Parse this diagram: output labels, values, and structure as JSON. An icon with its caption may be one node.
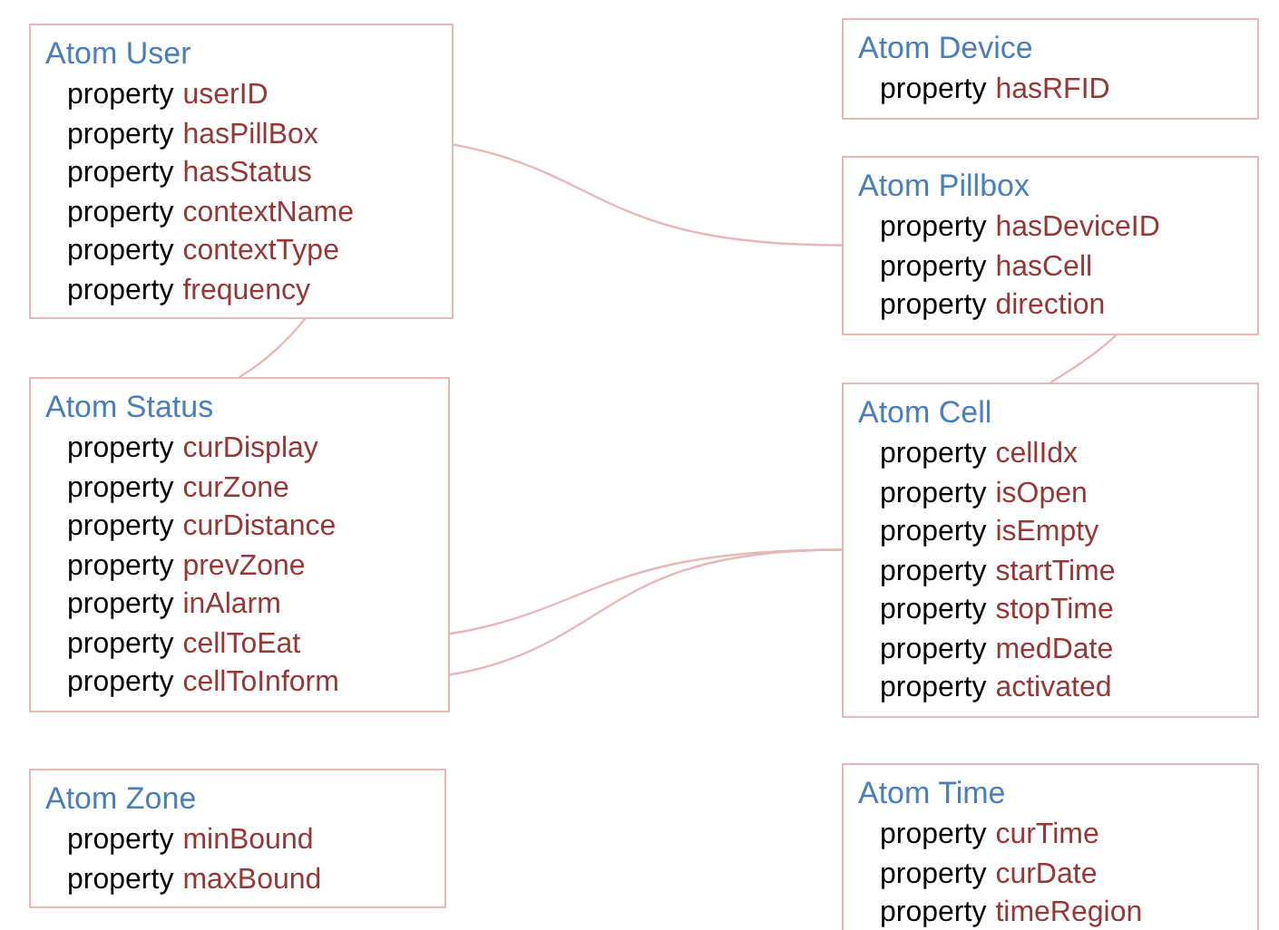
{
  "diagram": {
    "nodes": [
      {
        "text": [
          "Atom User"
        ]
      },
      {
        "text": [
          "property",
          "userID"
        ],
        "in": 0
      },
      {
        "text": [
          "property",
          "hasPillBox"
        ],
        "in": 0
      },
      {
        "text": [
          "property",
          "hasStatus"
        ],
        "in": 0
      },
      {
        "text": [
          "property",
          "contextName"
        ],
        "in": 0
      },
      {
        "text": [
          "property",
          "contextType"
        ],
        "in": 0
      },
      {
        "text": [
          "property",
          "frequency"
        ],
        "in": 0
      },
      {
        "text": [
          "Atom Device"
        ]
      },
      {
        "text": [
          "property",
          "hasRFID"
        ],
        "in": 7
      },
      {
        "text": [
          "Atom Pillbox"
        ]
      },
      {
        "text": [
          "property",
          "hasDeviceID"
        ],
        "in": 9
      },
      {
        "text": [
          "property",
          "hasCell"
        ],
        "in": 9
      },
      {
        "text": [
          "property",
          "direction"
        ],
        "in": 9
      },
      {
        "text": [
          "Atom Status"
        ]
      },
      {
        "text": [
          "property",
          "curDisplay"
        ],
        "in": 13
      },
      {
        "text": [
          "property",
          "curZone"
        ],
        "in": 13
      },
      {
        "text": [
          "property",
          "curDistance"
        ],
        "in": 13
      },
      {
        "text": [
          "property",
          "prevZone"
        ],
        "in": 13
      },
      {
        "text": [
          "property",
          "inAlarm"
        ],
        "in": 13
      },
      {
        "text": [
          "property",
          "cellToEat"
        ],
        "in": 13
      },
      {
        "text": [
          "property",
          "cellToInform"
        ],
        "in": 13
      },
      {
        "text": [
          "Atom Cell"
        ]
      },
      {
        "text": [
          "property",
          "cellIdx"
        ],
        "in": 21
      },
      {
        "text": [
          "property",
          "isOpen"
        ],
        "in": 21
      },
      {
        "text": [
          "property",
          "isEmpty"
        ],
        "in": 21
      },
      {
        "text": [
          "property",
          "startTime"
        ],
        "in": 21
      },
      {
        "text": [
          "property",
          "stopTime"
        ],
        "in": 21
      },
      {
        "text": [
          "property",
          "medDate"
        ],
        "in": 21
      },
      {
        "text": [
          "property",
          "activated"
        ],
        "in": 21
      },
      {
        "text": [
          "Atom Zone"
        ]
      },
      {
        "text": [
          "property",
          "minBound"
        ],
        "in": 29
      },
      {
        "text": [
          "property",
          "maxBound"
        ],
        "in": 29
      },
      {
        "text": [
          "Atom Time"
        ]
      },
      {
        "text": [
          "property",
          "curTime"
        ],
        "in": 32
      },
      {
        "text": [
          "property",
          "curDate"
        ],
        "in": 32
      },
      {
        "text": [
          "property",
          "timeRegion"
        ],
        "in": 32
      }
    ],
    "edges": [
      {
        "from": 2,
        "to": 9,
        "arrow": "none"
      },
      {
        "from": 3,
        "to": 13,
        "arrow": "none"
      },
      {
        "from": 11,
        "to": 21,
        "arrow": "none"
      },
      {
        "from": 19,
        "to": 21,
        "arrow": "none"
      },
      {
        "from": 20,
        "to": 21,
        "arrow": "none"
      }
    ]
  }
}
